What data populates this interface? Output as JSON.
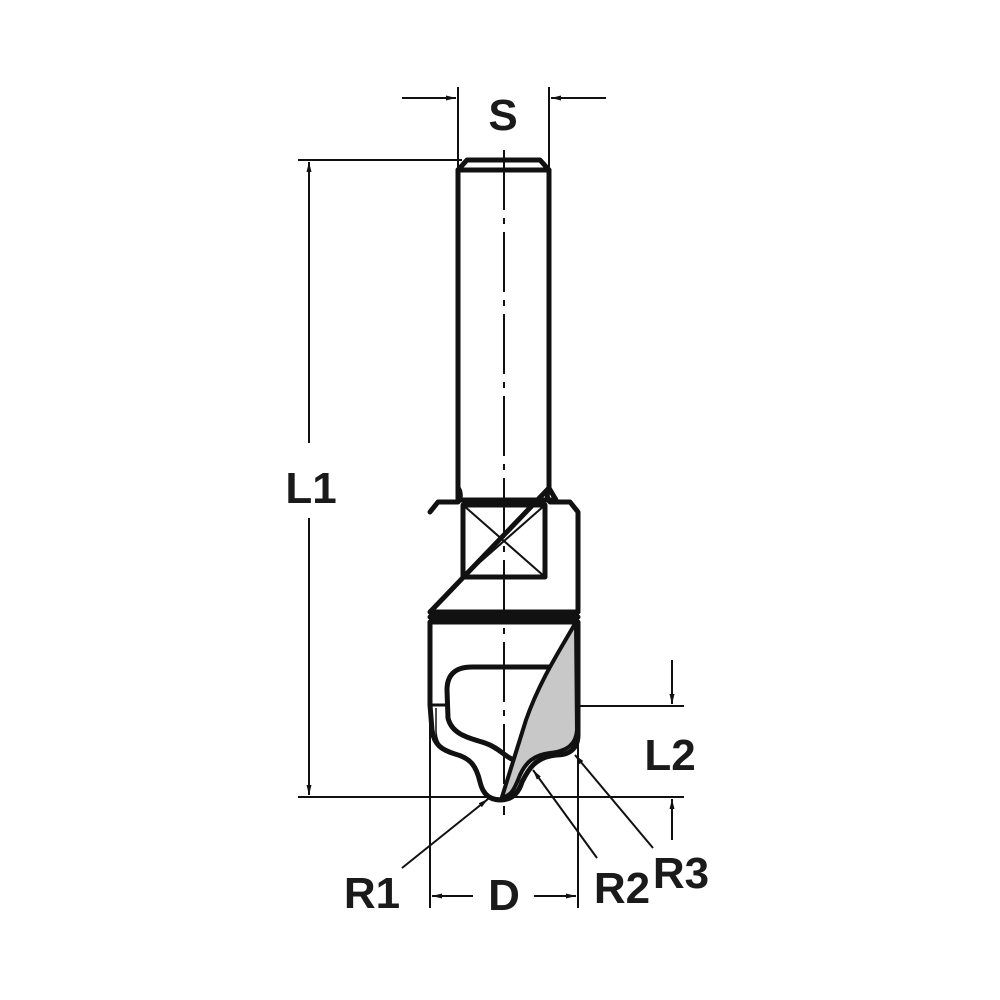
{
  "drawing": {
    "type": "router bit technical dimension drawing",
    "labels": {
      "shank_diameter": "S",
      "overall_length": "L1",
      "cutting_length": "L2",
      "cutting_diameter": "D",
      "radius_1": "R1",
      "radius_2": "R2",
      "radius_3": "R3"
    },
    "colors": {
      "line": "#111111",
      "insert_fill": "#c8c8c8",
      "background": "#ffffff"
    }
  }
}
